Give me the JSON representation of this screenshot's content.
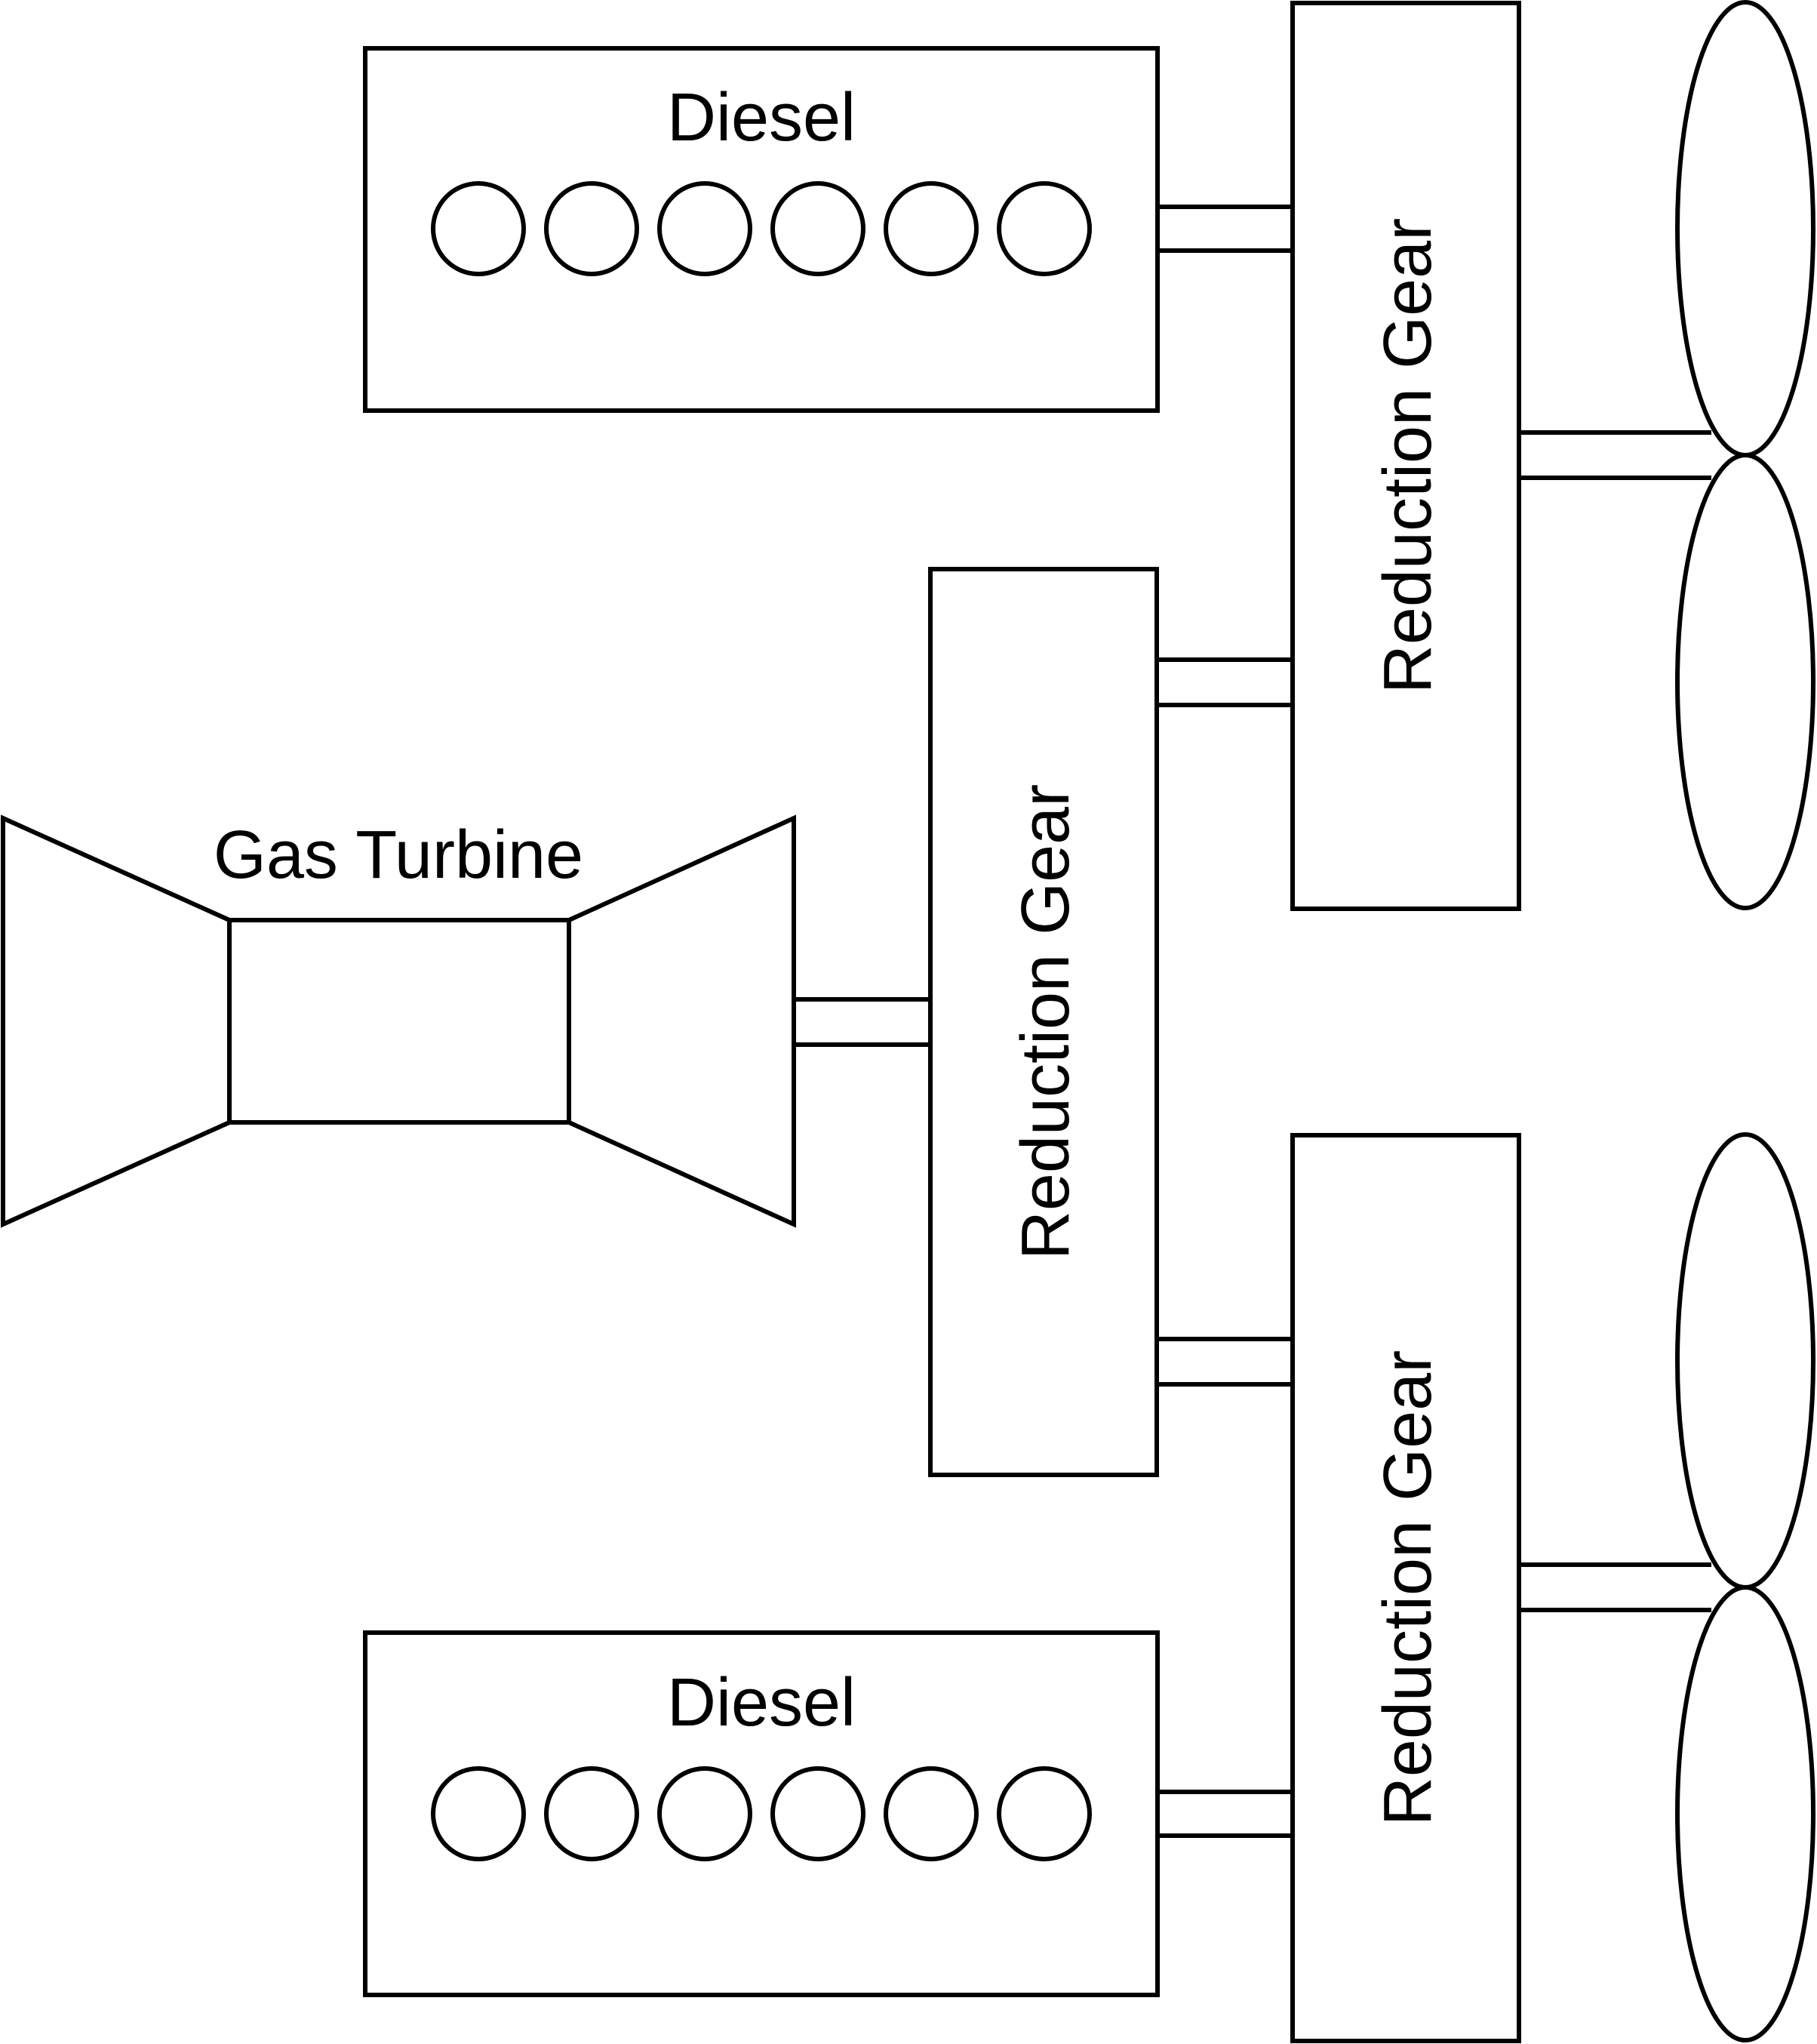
{
  "diagram": {
    "top_diesel": {
      "label": "Diesel",
      "cylinder_count": 6
    },
    "bottom_diesel": {
      "label": "Diesel",
      "cylinder_count": 6
    },
    "gas_turbine": {
      "label": "Gas Turbine"
    },
    "center_reduction_gear": {
      "label": "Reduction Gear"
    },
    "top_reduction_gear": {
      "label": "Reduction Gear"
    },
    "bottom_reduction_gear": {
      "label": "Reduction Gear"
    }
  },
  "colors": {
    "line": "#000000",
    "background": "#ffffff"
  }
}
